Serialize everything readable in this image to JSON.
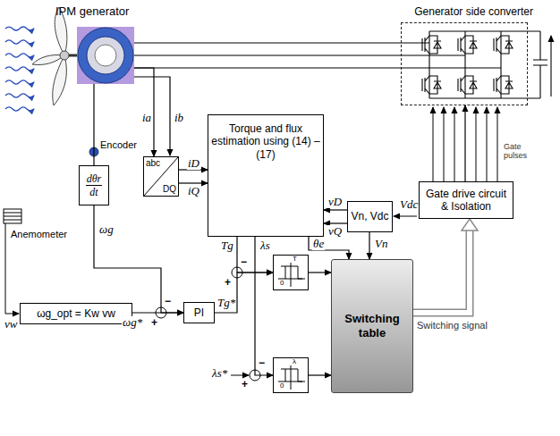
{
  "diagram": {
    "nodes": [
      {
        "text": [
          "Generator side converter"
        ]
      },
      {
        "text": [
          "IPM generator"
        ]
      },
      {
        "text": [
          "dθr",
          "dt"
        ]
      },
      {
        "text": [
          "abc",
          "DQ"
        ]
      },
      {
        "text": [
          "Torque and flux estimation using (14) – (17)"
        ]
      },
      {
        "text": [
          "Vn, Vdc"
        ]
      },
      {
        "text": [
          "Gate drive circuit & Isolation"
        ]
      },
      {
        "text": [
          "ωg_opt = Kw vw"
        ]
      },
      {
        "text": [
          "PI"
        ]
      },
      {
        "text": [
          "Switching table"
        ]
      },
      {
        "text": [
          "T",
          "0"
        ]
      },
      {
        "text": [
          "λ",
          "0"
        ]
      }
    ],
    "edges": [
      {
        "from": 1,
        "to": 0,
        "arrow": "none"
      },
      {
        "from": 1,
        "to": 3,
        "arrow": "to"
      },
      {
        "from": 1,
        "to": 2,
        "arrow": "none"
      },
      {
        "from": 3,
        "to": 4,
        "label": "iD",
        "arrow": "to"
      },
      {
        "from": 3,
        "to": 4,
        "label": "iQ",
        "arrow": "to"
      },
      {
        "from": 5,
        "to": 4,
        "label": "vD",
        "arrow": "to"
      },
      {
        "from": 5,
        "to": 4,
        "label": "vQ",
        "arrow": "to"
      },
      {
        "from": 5,
        "to": 9,
        "label": "Vn",
        "arrow": "to"
      },
      {
        "from": 4,
        "to": 9,
        "label": "θe",
        "arrow": "to"
      },
      {
        "from": 4,
        "to": 10,
        "label": "Tg",
        "arrow": "to"
      },
      {
        "from": 4,
        "to": 11,
        "label": "λs",
        "arrow": "to"
      },
      {
        "from": 2,
        "to": 8,
        "label": "ωg",
        "arrow": "to"
      },
      {
        "from": 7,
        "to": 8,
        "label": "ωg*",
        "arrow": "to"
      },
      {
        "from": 8,
        "to": 10,
        "label": "Tg*",
        "arrow": "to"
      },
      {
        "from": 10,
        "to": 9,
        "arrow": "to"
      },
      {
        "from": 11,
        "to": 9,
        "arrow": "to"
      },
      {
        "from": 9,
        "to": 6,
        "label": "Switching signal",
        "arrow": "to"
      },
      {
        "from": 6,
        "to": 0,
        "label": "Gate pulses",
        "arrow": "to"
      }
    ],
    "labels": [
      "Encoder",
      "Anemometer",
      "vw",
      "ia",
      "ib",
      "Vdc",
      "λs*",
      "+",
      "−",
      "+",
      "−",
      "+",
      "−"
    ]
  }
}
